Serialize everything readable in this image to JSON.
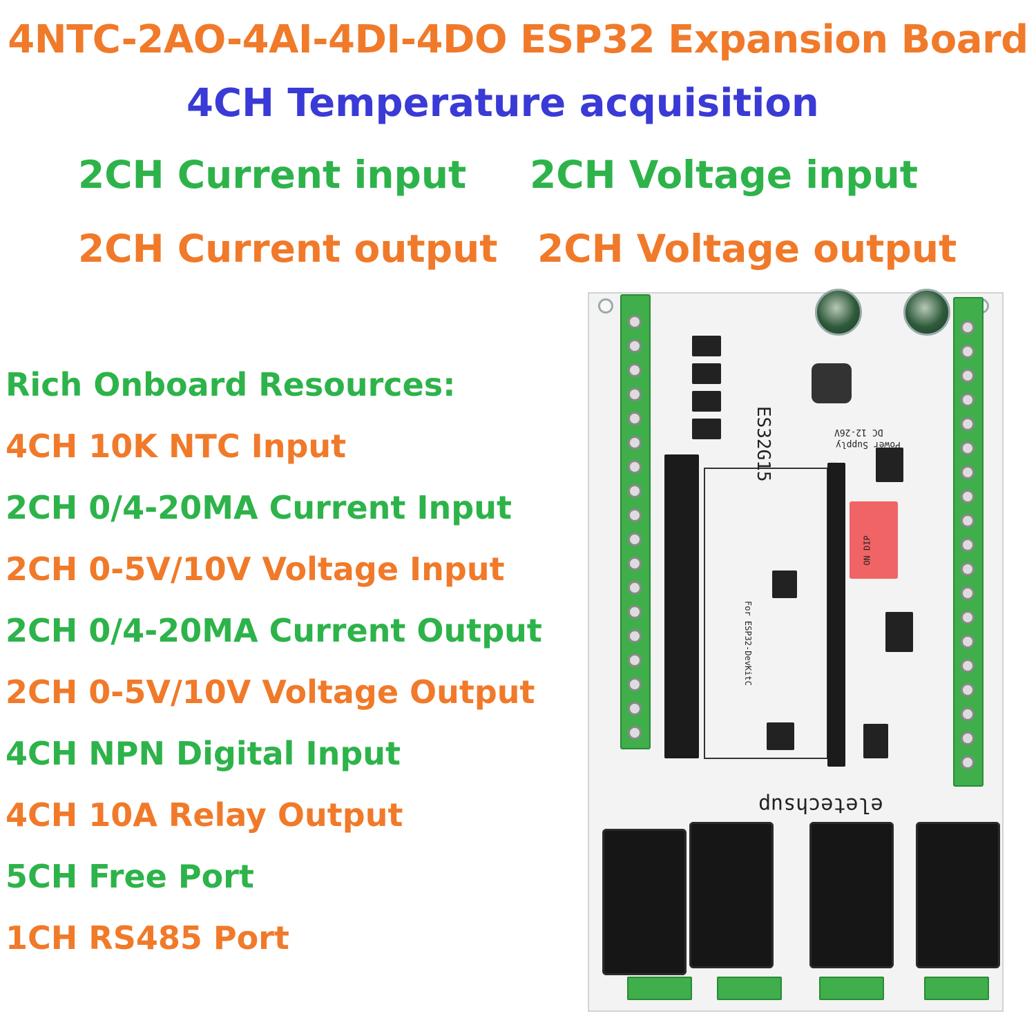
{
  "title": "4NTC-2AO-4AI-4DI-4DO ESP32 Expansion Board",
  "subtitle": "4CH Temperature acquisition",
  "features": {
    "current_input": "2CH Current input",
    "voltage_input": "2CH Voltage input",
    "current_output": "2CH Current output",
    "voltage_output": "2CH Voltage output"
  },
  "resources": {
    "heading": "Rich Onboard Resources:",
    "items": [
      "4CH 10K NTC Input",
      "2CH 0/4-20MA Current Input",
      "2CH 0-5V/10V Voltage Input",
      "2CH 0/4-20MA Current Output",
      "2CH 0-5V/10V Voltage Output",
      "4CH NPN Digital Input",
      "4CH 10A Relay Output",
      "5CH Free Port",
      "1CH RS485 Port"
    ]
  },
  "board": {
    "model": "ES32G15",
    "brand": "eletechsup",
    "supply": "DC 12-26V",
    "supply_label": "Power Supply",
    "compat": "For ESP32-DevKitC",
    "dip_label": "ON DIP"
  },
  "colors": {
    "orange": "#f07a2a",
    "green": "#2db34a",
    "blue": "#3a3ad6",
    "terminal_green": "#3fae4b"
  }
}
